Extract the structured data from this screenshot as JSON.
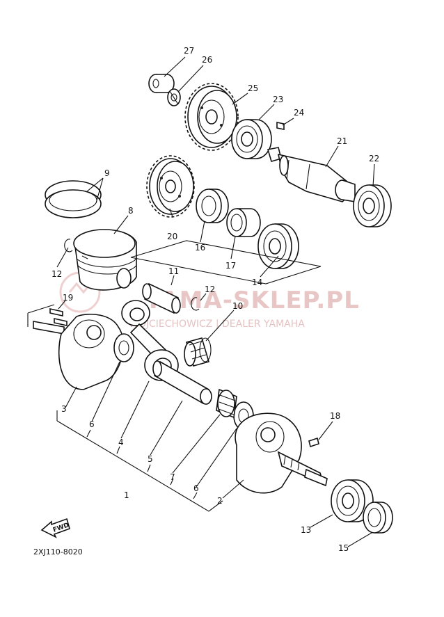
{
  "diagram": {
    "part_code": "2XJ110-8020",
    "forward_label": "FWD",
    "watermark": {
      "main": "YAMA-SKLEP.PL",
      "sub": "WOJCIECHOWICZ | DEALER YAMAHA"
    },
    "callouts": [
      {
        "id": "c27",
        "text": "27"
      },
      {
        "id": "c26",
        "text": "26"
      },
      {
        "id": "c25",
        "text": "25"
      },
      {
        "id": "c23",
        "text": "23"
      },
      {
        "id": "c24",
        "text": "24"
      },
      {
        "id": "c21",
        "text": "21"
      },
      {
        "id": "c22",
        "text": "22"
      },
      {
        "id": "c9",
        "text": "9"
      },
      {
        "id": "c8",
        "text": "8"
      },
      {
        "id": "c20",
        "text": "20"
      },
      {
        "id": "c16",
        "text": "16"
      },
      {
        "id": "c17",
        "text": "17"
      },
      {
        "id": "c14",
        "text": "14"
      },
      {
        "id": "c12a",
        "text": "12"
      },
      {
        "id": "c11",
        "text": "11"
      },
      {
        "id": "c12b",
        "text": "12"
      },
      {
        "id": "c10",
        "text": "10"
      },
      {
        "id": "c19",
        "text": "19"
      },
      {
        "id": "c3",
        "text": "3"
      },
      {
        "id": "c6a",
        "text": "6"
      },
      {
        "id": "c4",
        "text": "4"
      },
      {
        "id": "c5",
        "text": "5"
      },
      {
        "id": "c7",
        "text": "7"
      },
      {
        "id": "c6b",
        "text": "6"
      },
      {
        "id": "c18",
        "text": "18"
      },
      {
        "id": "c1",
        "text": "1"
      },
      {
        "id": "c2",
        "text": "2"
      },
      {
        "id": "c13",
        "text": "13"
      },
      {
        "id": "c15",
        "text": "15"
      }
    ]
  }
}
